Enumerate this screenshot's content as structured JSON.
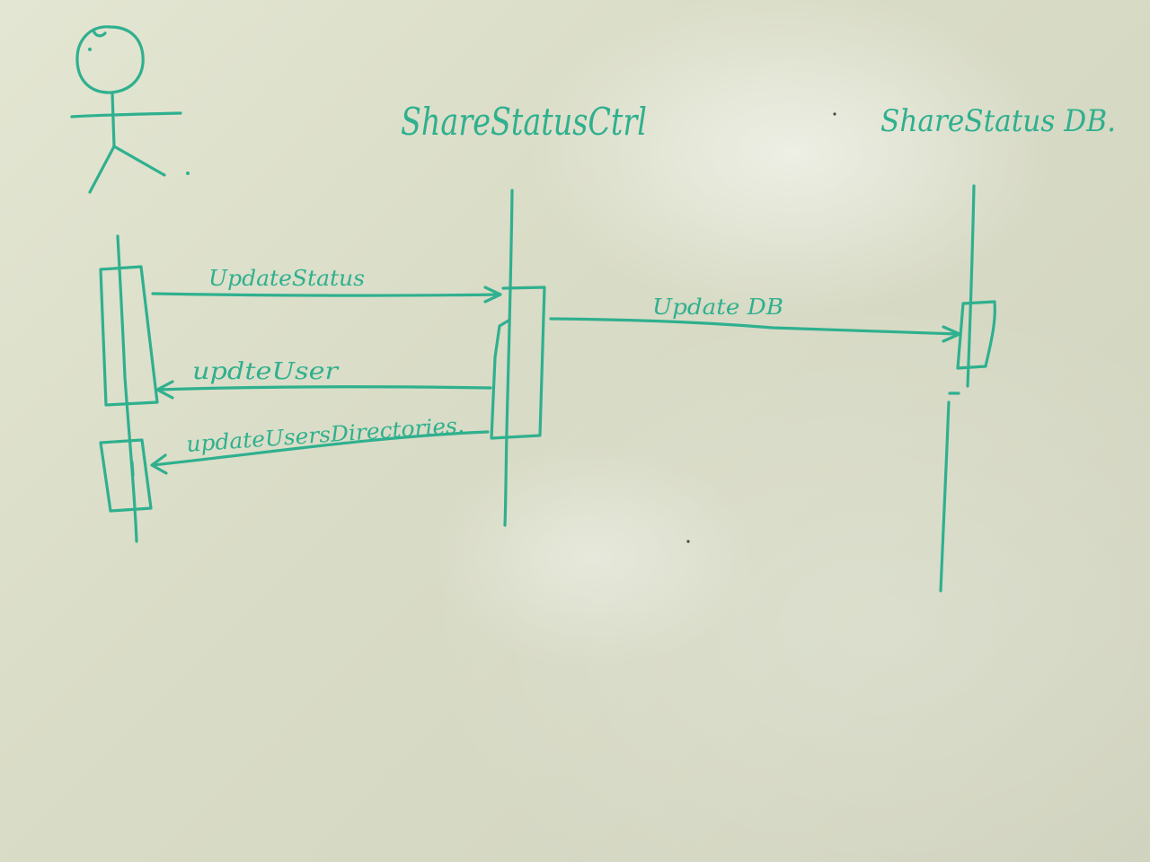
{
  "diagram": {
    "participants": [
      {
        "id": "actor",
        "name": ""
      },
      {
        "id": "ctrl",
        "name": "ShareStatusCtrl"
      },
      {
        "id": "db",
        "name": "ShareStatus DB."
      }
    ],
    "messages": [
      {
        "label": "UpdateStatus",
        "from": "actor",
        "to": "ctrl"
      },
      {
        "label": "Update DB",
        "from": "ctrl",
        "to": "db"
      },
      {
        "label": "updteUser",
        "from": "ctrl",
        "to": "actor"
      },
      {
        "label": "updateUsersDirectories.",
        "from": "ctrl",
        "to": "actor"
      }
    ],
    "ink_color": "#2fb08f"
  }
}
